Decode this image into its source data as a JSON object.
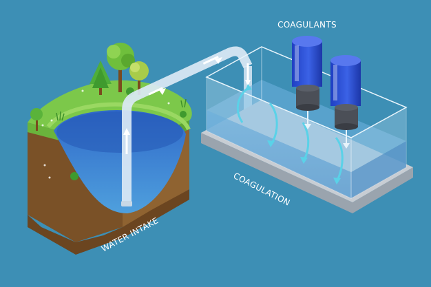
{
  "labels": {
    "coagulants": "COAGULANTS",
    "coagulation": "COAGULATION",
    "water_intake": "WATER INTAKE"
  },
  "colors": {
    "background": "#3d8fb5",
    "grass": "#7cc84a",
    "soil": "#8a5f2e",
    "lake": "#2e6fc2",
    "pipe": "#dbe9f5",
    "tank_glass": "#bfe0f2",
    "tank_water": "#3d8fc8",
    "cylinder": "#2a4fd0",
    "arrow": "#5ad2e8"
  },
  "icons": [
    "tree-icon",
    "bush-icon",
    "flow-arrow-icon",
    "mixing-arrow-icon"
  ]
}
